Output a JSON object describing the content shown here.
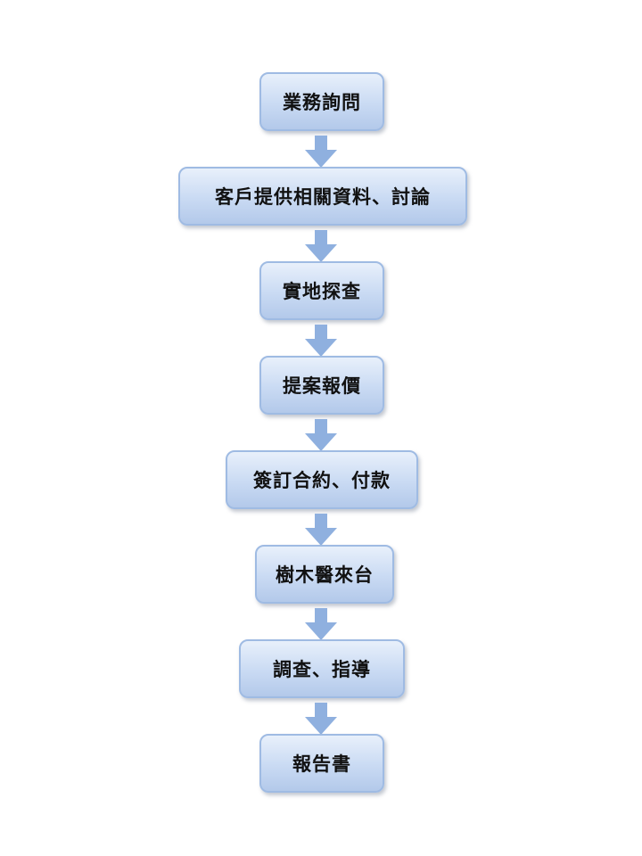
{
  "flowchart": {
    "steps": [
      {
        "label": "業務詢問"
      },
      {
        "label": "客戶提供相關資料、討論"
      },
      {
        "label": "實地探查"
      },
      {
        "label": "提案報價"
      },
      {
        "label": "簽訂合約、付款"
      },
      {
        "label": "樹木醫來台"
      },
      {
        "label": "調查、指導"
      },
      {
        "label": "報告書"
      }
    ],
    "colors": {
      "box_border": "#9fbbe3",
      "box_fill_top": "#e8f0fb",
      "box_fill_bottom": "#b3c9ea",
      "arrow": "#8fb0df"
    }
  }
}
